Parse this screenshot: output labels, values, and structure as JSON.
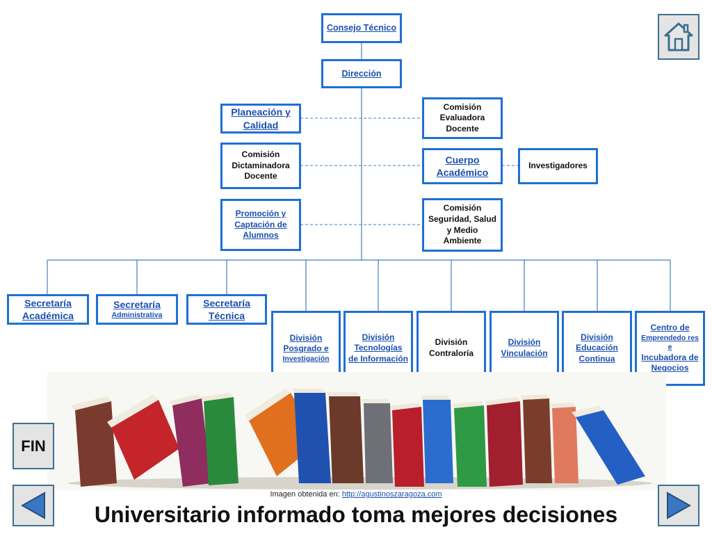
{
  "org": {
    "consejo": "Consejo Técnico",
    "direccion": "Dirección",
    "planeacion": "Planeación y Calidad",
    "comision_evaluadora": "Comisión Evaluadora Docente",
    "comision_dictaminadora": "Comisión Dictaminadora Docente",
    "cuerpo_academico": "Cuerpo Académico",
    "investigadores": "Investigadores",
    "promocion": "Promoción y Captación de Alumnos",
    "comision_seguridad": "Comisión Seguridad, Salud y Medio Ambiente",
    "sec_academica": "Secretaría Académica",
    "sec_admin_1": "Secretaría",
    "sec_admin_2": "Administrativa",
    "sec_tecnica": "Secretaría Técnica",
    "div_posgrado_1": "División Posgrado e",
    "div_posgrado_2": "Investigación",
    "div_tecnologias": "División Tecnologías de Información",
    "div_contraloria": "División Contraloría",
    "div_vinculacion": "División Vinculación",
    "div_educacion": "División Educación Continua",
    "centro_1": "Centro de",
    "centro_2": "Emprendedo res e",
    "centro_3": "Incubadora de Negocios"
  },
  "nav": {
    "fin_label": "FIN",
    "home_icon": "home-icon",
    "prev_icon": "left-arrow-icon",
    "next_icon": "right-arrow-icon"
  },
  "footer": {
    "credit_prefix": "Imagen obtenida en:",
    "credit_url": "http://agustinoszaragoza.com",
    "slogan": "Universitario informado toma mejores decisiones"
  },
  "colors": {
    "box_border": "#1f6fd6",
    "link": "#1a4fb0",
    "connector": "#3f7fbf"
  }
}
